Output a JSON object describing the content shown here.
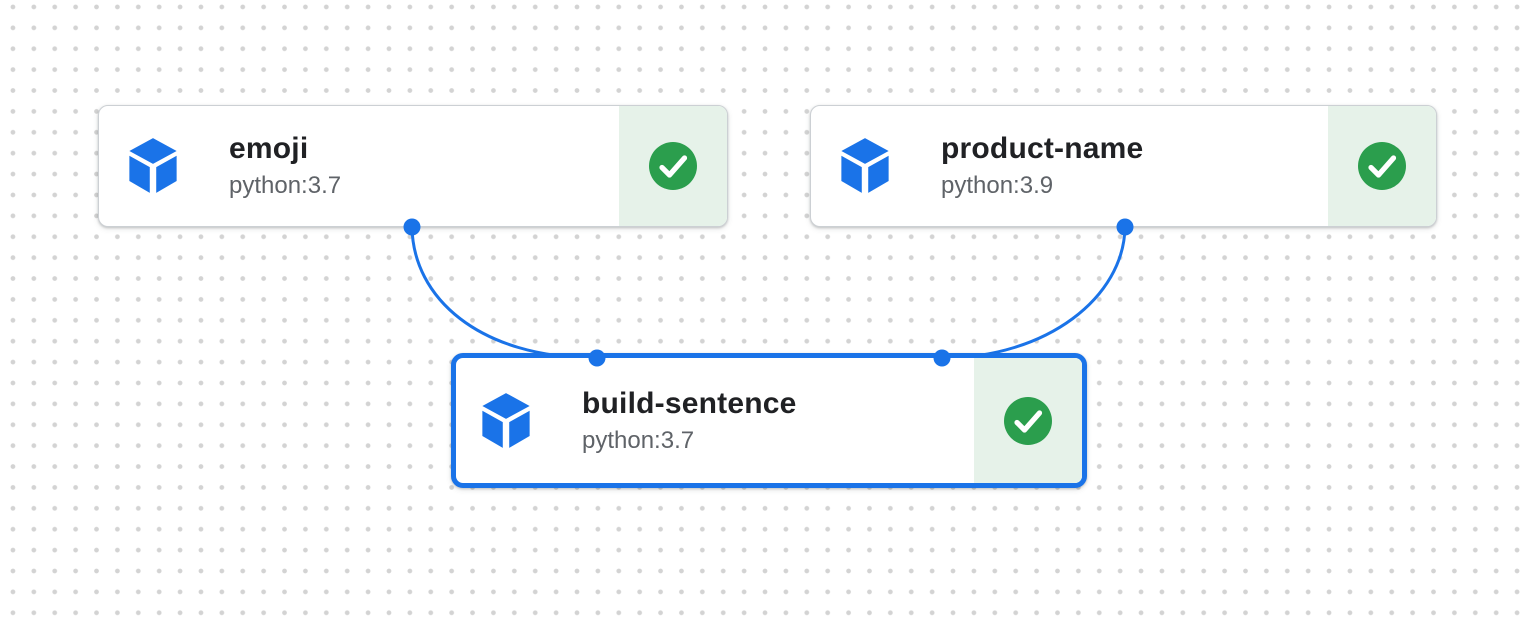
{
  "diagram": {
    "type": "pipeline-dag",
    "nodes": [
      {
        "id": "emoji",
        "title": "emoji",
        "subtitle": "python:3.7",
        "status": "succeeded",
        "icon": "container-cube-icon",
        "status_icon": "check-circle-icon",
        "selected": false
      },
      {
        "id": "product-name",
        "title": "product-name",
        "subtitle": "python:3.9",
        "status": "succeeded",
        "icon": "container-cube-icon",
        "status_icon": "check-circle-icon",
        "selected": false
      },
      {
        "id": "build-sentence",
        "title": "build-sentence",
        "subtitle": "python:3.7",
        "status": "succeeded",
        "icon": "container-cube-icon",
        "status_icon": "check-circle-icon",
        "selected": true
      }
    ],
    "edges": [
      {
        "from": "emoji",
        "to": "build-sentence"
      },
      {
        "from": "product-name",
        "to": "build-sentence"
      }
    ],
    "colors": {
      "accent_blue": "#1a73e8",
      "success_green": "#2b9e4d",
      "success_background": "#e6f2e9",
      "title_text": "#202124",
      "subtitle_text": "#5f6368",
      "card_border": "#ccd0d4",
      "grid_dot": "#d3d3d3"
    }
  }
}
